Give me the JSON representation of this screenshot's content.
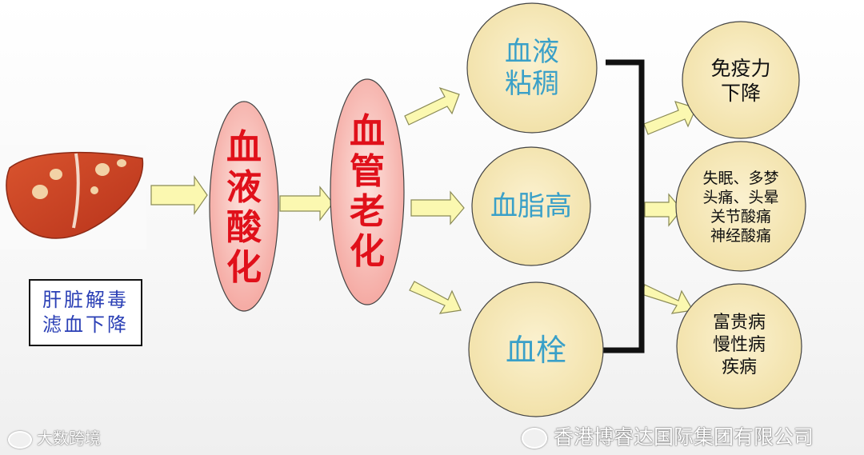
{
  "liver_image": {
    "icon": "liver-illustration"
  },
  "note": {
    "line1": "肝脏解毒",
    "line2": "滤血下降"
  },
  "ovals": [
    {
      "chars": [
        "血",
        "液",
        "酸",
        "化"
      ]
    },
    {
      "chars": [
        "血",
        "管",
        "老",
        "化"
      ]
    }
  ],
  "middle_circles": [
    {
      "lines": [
        "血液",
        "粘稠"
      ]
    },
    {
      "lines": [
        "血脂高"
      ]
    },
    {
      "lines": [
        "血栓"
      ]
    }
  ],
  "result_circles": [
    {
      "lines": [
        "免疫力",
        "下降"
      ]
    },
    {
      "lines": [
        "失眠、多梦",
        "头痛、头晕",
        "关节酸痛",
        "神经酸痛"
      ]
    },
    {
      "lines": [
        "富贵病",
        "慢性病",
        "疾病"
      ]
    }
  ],
  "watermark": {
    "left": "大数跨境",
    "right": "香港博睿达国际集团有限公司"
  },
  "colors": {
    "circle_fill": "#f5e6b4",
    "oval_fill": "#f7b9b3",
    "arrow_fill": "#fbf8b0",
    "red_text": "#e0101a",
    "blue_text": "#3aa0c8",
    "note_text": "#2a3fb5"
  }
}
